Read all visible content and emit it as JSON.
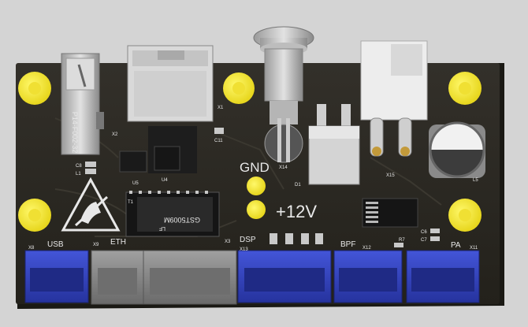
{
  "labels": {
    "part_number": "P14-F002-32",
    "gnd": "GND",
    "plus12v": "+12V",
    "usb": "USB",
    "eth": "ETH",
    "dsp": "DSP",
    "bpf": "BPF",
    "pa": "PA",
    "transformer_marking": "GST5009M",
    "transformer_sub": "LF",
    "ref_x1": "X1",
    "ref_x2": "X2",
    "ref_x3": "X3",
    "ref_x8": "X8",
    "ref_x9": "X9",
    "ref_x11": "X11",
    "ref_x12": "X12",
    "ref_x13": "X13",
    "ref_x14": "X14",
    "ref_x15": "X15",
    "ref_u4": "U4",
    "ref_u5": "U5",
    "ref_t1": "T1",
    "ref_d1": "D1",
    "ref_l1": "L1",
    "ref_l5": "L5",
    "ref_c6": "C6",
    "ref_c7": "C7",
    "ref_c8": "C8",
    "ref_c11": "C11",
    "ref_r7": "R7"
  },
  "colors": {
    "board": "#2a2820",
    "pad_gold": "#f2e52a",
    "connector_blue": "#2f3fbf",
    "connector_gray": "#8c8c8c",
    "metal": "#c8c8c8",
    "silkscreen": "#e8e8e8"
  }
}
